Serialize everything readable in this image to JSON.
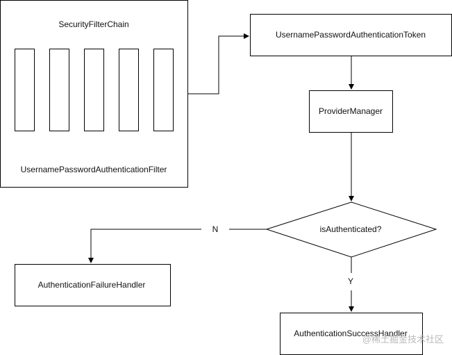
{
  "nodes": {
    "filter_chain": "SecurityFilterChain",
    "filter": "UsernamePasswordAuthenticationFilter",
    "token": "UsernamePasswordAuthenticationToken",
    "provider_manager": "ProviderManager",
    "decision": "isAuthenticated?",
    "failure_handler": "AuthenticationFailureHandler",
    "success_handler": "AuthenticationSuccessHandler"
  },
  "edges": {
    "no_label": "N",
    "yes_label": "Y"
  },
  "watermark": "@稀土掘金技术社区"
}
